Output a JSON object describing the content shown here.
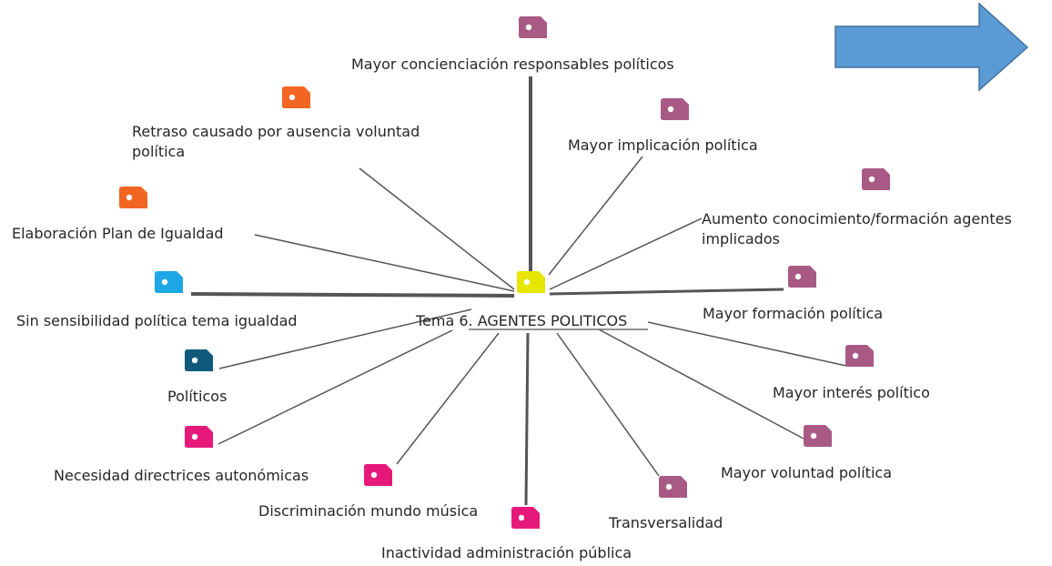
{
  "center": {
    "label": "Tema 6. AGENTES POLITICOS",
    "color": "#e6e600"
  },
  "nodes": [
    {
      "id": "mayor-concienciacion",
      "label": "Mayor concienciación responsables políticos",
      "color": "#a85a85"
    },
    {
      "id": "retraso-causado",
      "label": "Retraso causado por ausencia voluntad política",
      "color": "#f26522"
    },
    {
      "id": "mayor-implicacion",
      "label": "Mayor implicación política",
      "color": "#a85a85"
    },
    {
      "id": "aumento-conocimiento",
      "label": "Aumento conocimiento/formación agentes implicados",
      "color": "#a85a85"
    },
    {
      "id": "elaboracion-plan",
      "label": "Elaboración Plan de Igualdad",
      "color": "#f26522"
    },
    {
      "id": "sin-sensibilidad",
      "label": "Sin sensibilidad política tema igualdad",
      "color": "#1ea7e6"
    },
    {
      "id": "mayor-formacion",
      "label": "Mayor formación política",
      "color": "#a85a85"
    },
    {
      "id": "politicos",
      "label": "Políticos",
      "color": "#0f5a7a"
    },
    {
      "id": "mayor-interes",
      "label": "Mayor interés político",
      "color": "#a85a85"
    },
    {
      "id": "necesidad-directrices",
      "label": "Necesidad directrices autonómicas",
      "color": "#e6197a"
    },
    {
      "id": "mayor-voluntad",
      "label": "Mayor voluntad política",
      "color": "#a85a85"
    },
    {
      "id": "discriminacion-musica",
      "label": "Discriminación mundo música",
      "color": "#e6197a"
    },
    {
      "id": "transversalidad",
      "label": "Transversalidad",
      "color": "#a85a85"
    },
    {
      "id": "inactividad-administracion",
      "label": "Inactividad administración pública",
      "color": "#e6197a"
    }
  ],
  "arrow": {
    "fill": "#5b9bd5",
    "stroke": "#41719c"
  },
  "line_color": "#555555"
}
